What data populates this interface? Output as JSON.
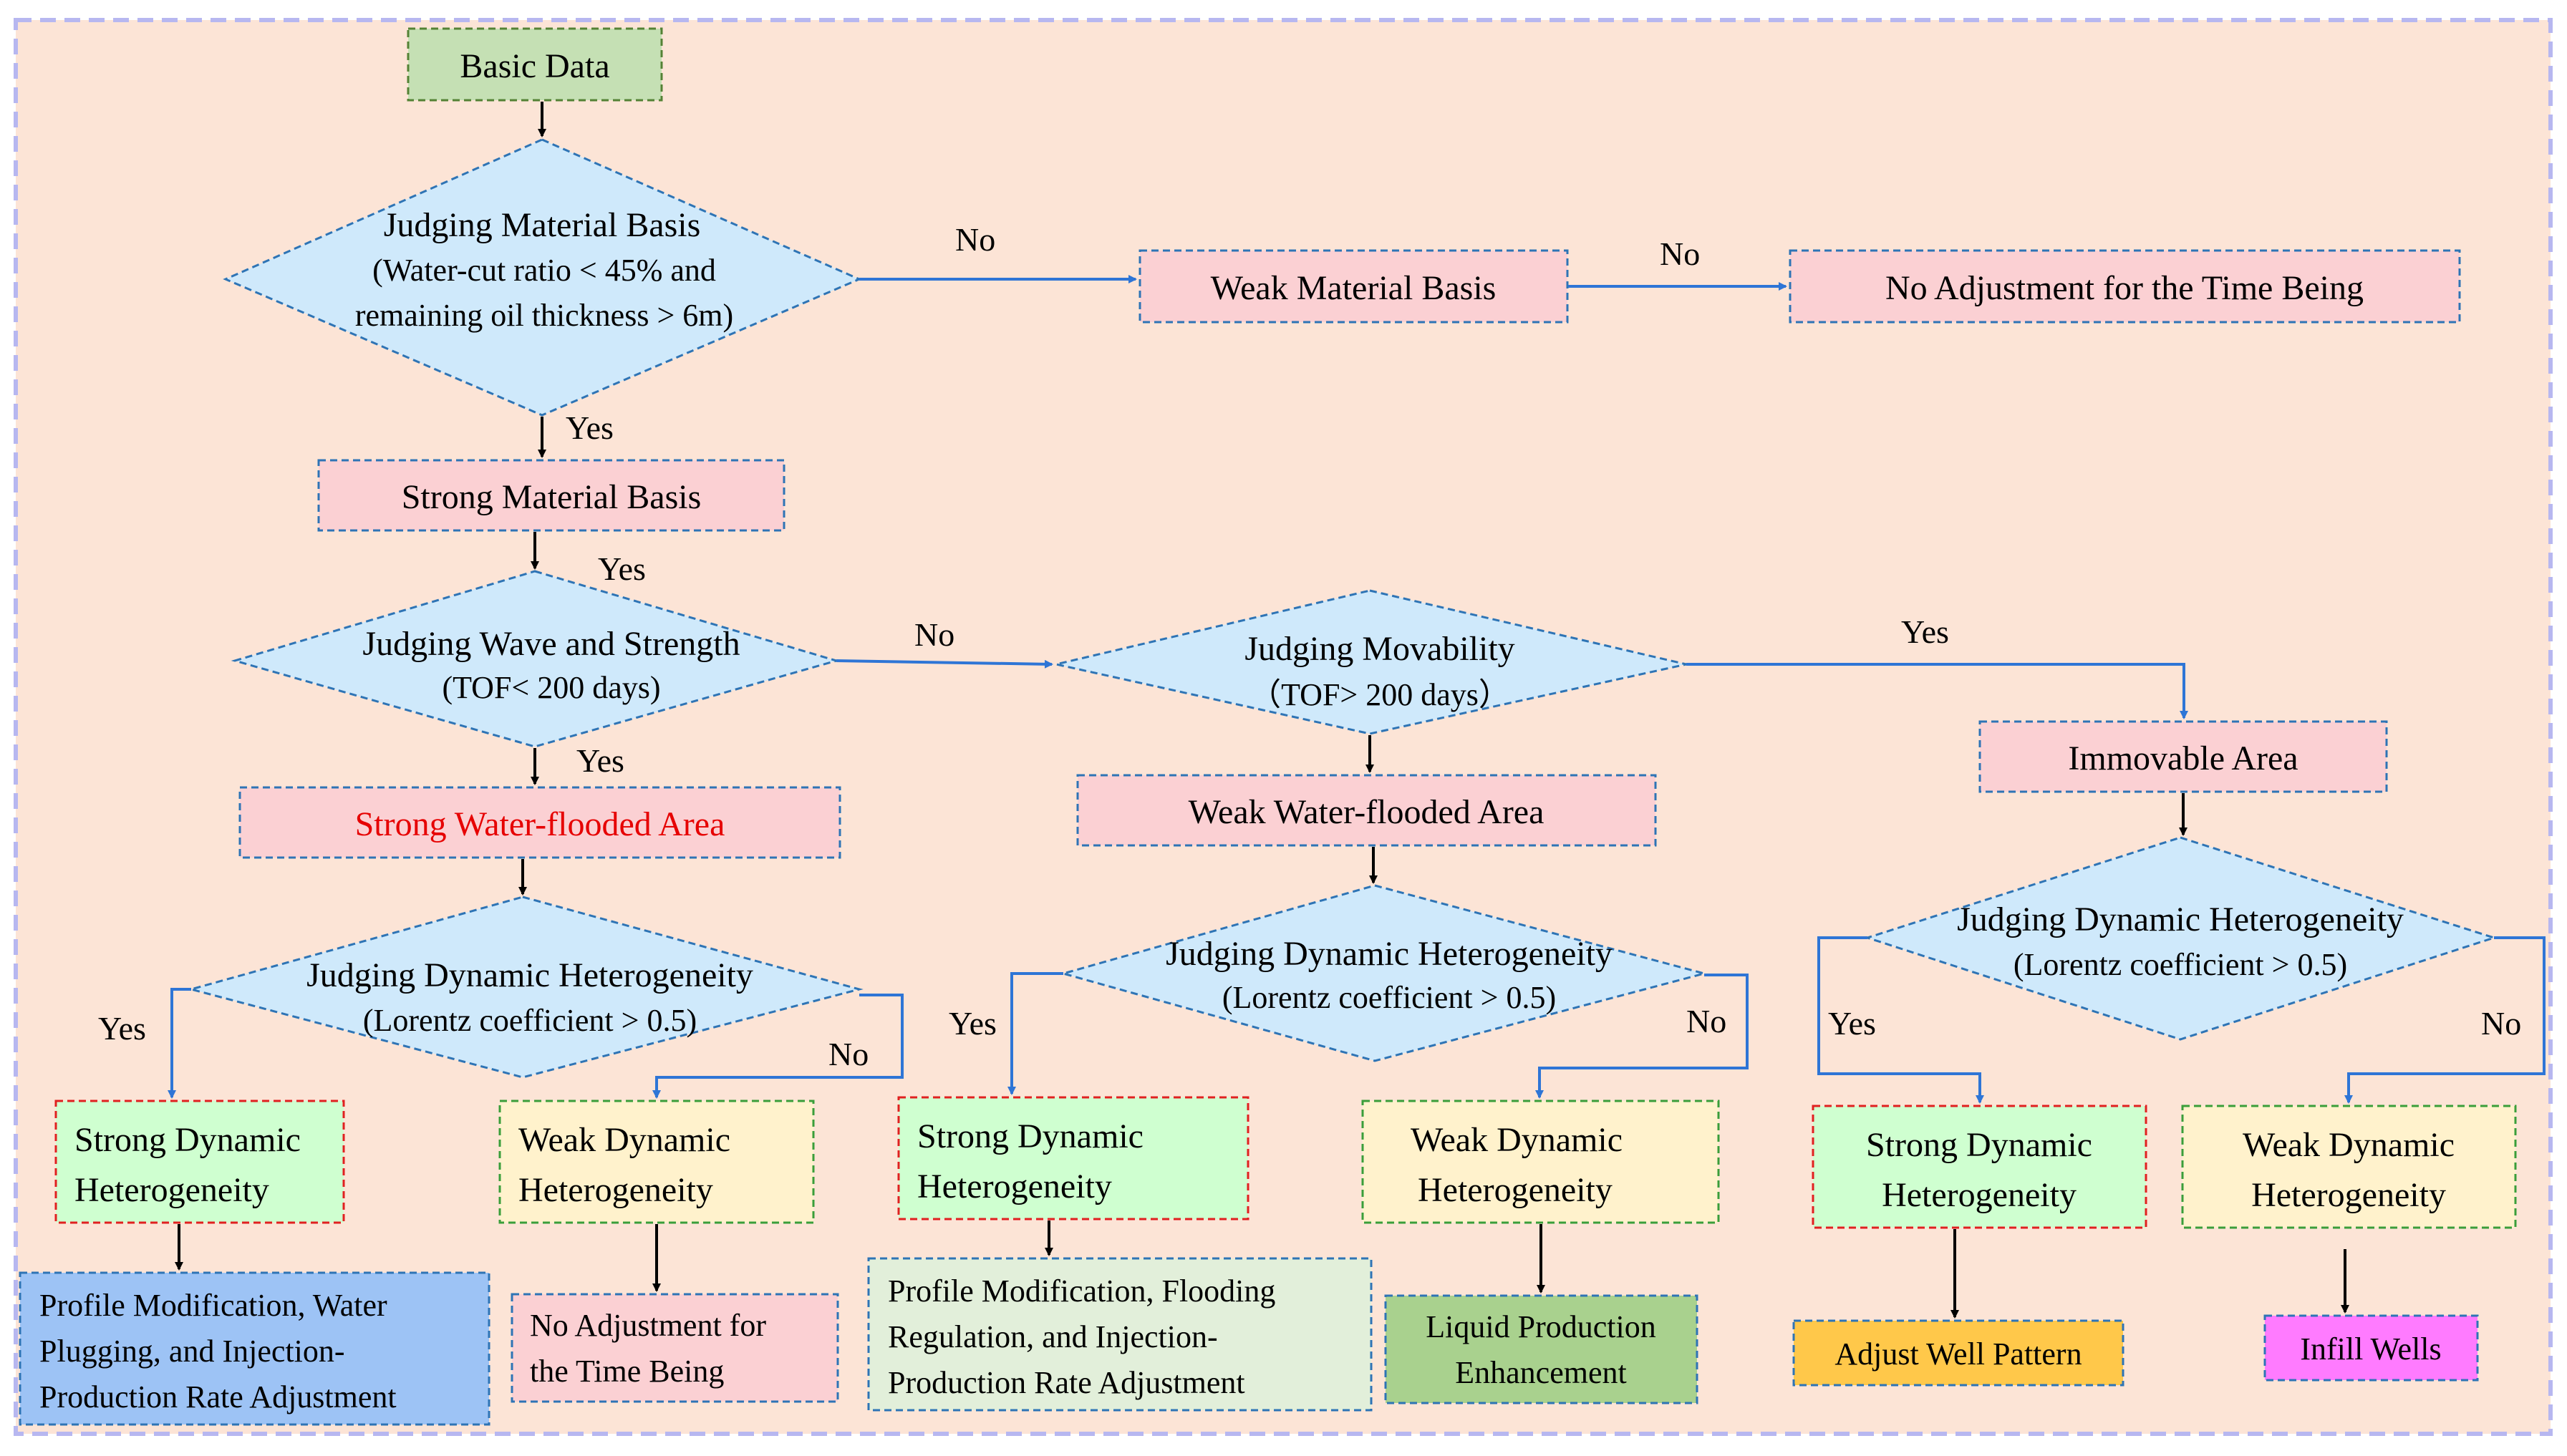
{
  "colors": {
    "background": "#fce4d6",
    "frame": "#b7b7f0",
    "diamond_fill": "#cfe9fb",
    "diamond_border": "#2e74b5",
    "pink_fill": "#fbd0d3",
    "green_fill": "#cfffd0",
    "yellow_fill": "#fff2cc",
    "blue_box": "#9dc3f5",
    "light_green_box": "#e2efda",
    "dark_green_box": "#a9d18e",
    "orange_box": "#ffc84a",
    "magenta_box": "#ff7bff",
    "red_text": "#e60000",
    "arrow_black": "#000000",
    "arrow_blue": "#2e75d6"
  },
  "nodes": {
    "basic_data": "Basic Data",
    "judging_material": {
      "line1": "Judging Material Basis",
      "line2": "(Water-cut ratio < 45% and",
      "line3": "remaining oil thickness > 6m)"
    },
    "weak_material": "Weak Material Basis",
    "no_adjust_top": "No Adjustment for the Time Being",
    "strong_material": "Strong Material Basis",
    "judging_wave": {
      "line1": "Judging Wave and Strength",
      "line2": "(TOF< 200 days)"
    },
    "judging_movability": {
      "line1": "Judging Movability",
      "line2": "（TOF> 200 days）"
    },
    "immovable_area": "Immovable Area",
    "strong_flooded": "Strong Water-flooded Area",
    "weak_flooded": "Weak Water-flooded Area",
    "judging_dyn_1": {
      "line1": "Judging Dynamic Heterogeneity",
      "line2": "(Lorentz coefficient > 0.5)"
    },
    "judging_dyn_2": {
      "line1": "Judging Dynamic Heterogeneity",
      "line2": "(Lorentz coefficient > 0.5)"
    },
    "judging_dyn_3": {
      "line1": "Judging Dynamic Heterogeneity",
      "line2": "(Lorentz coefficient > 0.5)"
    },
    "strong_dyn_1": {
      "line1": "Strong Dynamic",
      "line2": "Heterogeneity"
    },
    "weak_dyn_1": {
      "line1": "Weak Dynamic",
      "line2": "Heterogeneity"
    },
    "strong_dyn_2": {
      "line1": "Strong Dynamic",
      "line2": "Heterogeneity"
    },
    "weak_dyn_2": {
      "line1": "Weak Dynamic",
      "line2": "Heterogeneity"
    },
    "strong_dyn_3": {
      "line1": "Strong Dynamic",
      "line2": "Heterogeneity"
    },
    "weak_dyn_3": {
      "line1": "Weak Dynamic",
      "line2": "Heterogeneity"
    },
    "action_1": {
      "line1": "Profile Modification, Water",
      "line2": "Plugging, and Injection-",
      "line3": "Production Rate Adjustment"
    },
    "action_2": {
      "line1": "No Adjustment for",
      "line2": "the Time Being"
    },
    "action_3": {
      "line1": "Profile Modification, Flooding",
      "line2": "Regulation, and Injection-",
      "line3": "Production Rate Adjustment"
    },
    "action_4": {
      "line1": "Liquid Production",
      "line2": "Enhancement"
    },
    "action_5": "Adjust Well Pattern",
    "action_6": "Infill Wells"
  },
  "edge_labels": {
    "no_material": "No",
    "no_weak_material": "No",
    "yes_material": "Yes",
    "yes_strong_material": "Yes",
    "no_wave": "No",
    "yes_wave": "Yes",
    "yes_movability": "Yes",
    "yes_dyn_1": "Yes",
    "no_dyn_1": "No",
    "yes_dyn_2": "Yes",
    "no_dyn_2": "No",
    "yes_dyn_3": "Yes",
    "no_dyn_3": "No"
  }
}
